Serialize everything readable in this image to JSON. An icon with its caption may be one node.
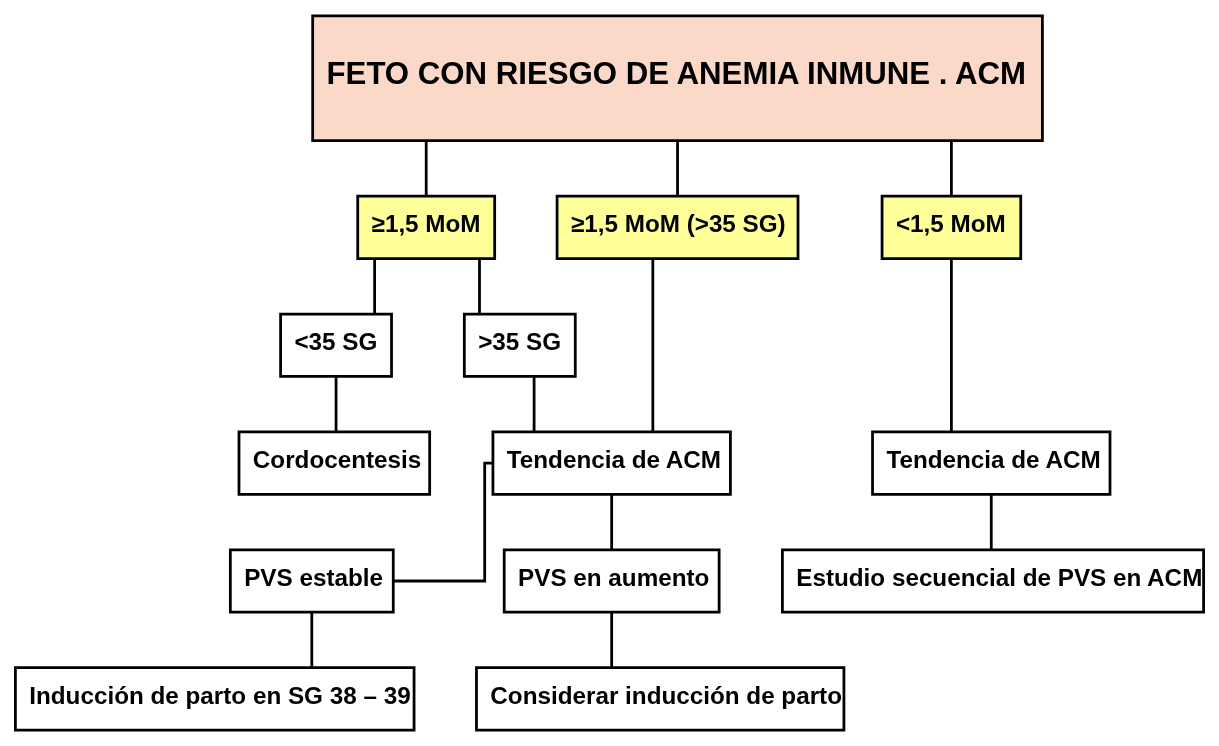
{
  "diagram": {
    "nodes": [
      {
        "text": [
          "FETO CON RIESGO DE ANEMIA INMUNE . ACM"
        ]
      },
      {
        "text": [
          "≥1,5 MoM"
        ]
      },
      {
        "text": [
          "≥1,5 MoM (>35 SG)"
        ]
      },
      {
        "text": [
          "<1,5 MoM"
        ]
      },
      {
        "text": [
          "<35 SG"
        ]
      },
      {
        "text": [
          ">35 SG"
        ]
      },
      {
        "text": [
          "Cordocentesis"
        ]
      },
      {
        "text": [
          "Tendencia de ACM"
        ]
      },
      {
        "text": [
          "PVS estable"
        ]
      },
      {
        "text": [
          "PVS en aumento"
        ]
      },
      {
        "text": [
          "Inducción de parto en SG 38 – 39"
        ]
      },
      {
        "text": [
          "Considerar inducción de parto"
        ]
      },
      {
        "text": [
          "Tendencia de ACM"
        ]
      },
      {
        "text": [
          "Estudio secuencial de PVS en ACM"
        ]
      }
    ],
    "edges": [
      {
        "from": 0,
        "to": 1,
        "arrow": "none"
      },
      {
        "from": 0,
        "to": 2,
        "arrow": "none"
      },
      {
        "from": 0,
        "to": 3,
        "arrow": "none"
      },
      {
        "from": 1,
        "to": 4,
        "arrow": "none"
      },
      {
        "from": 1,
        "to": 5,
        "arrow": "none"
      },
      {
        "from": 4,
        "to": 6,
        "arrow": "none"
      },
      {
        "from": 5,
        "to": 7,
        "arrow": "none"
      },
      {
        "from": 2,
        "to": 7,
        "arrow": "none"
      },
      {
        "from": 7,
        "to": 8,
        "arrow": "none"
      },
      {
        "from": 7,
        "to": 9,
        "arrow": "none"
      },
      {
        "from": 8,
        "to": 10,
        "arrow": "none"
      },
      {
        "from": 9,
        "to": 11,
        "arrow": "none"
      },
      {
        "from": 3,
        "to": 12,
        "arrow": "none"
      },
      {
        "from": 12,
        "to": 13,
        "arrow": "none"
      }
    ]
  }
}
